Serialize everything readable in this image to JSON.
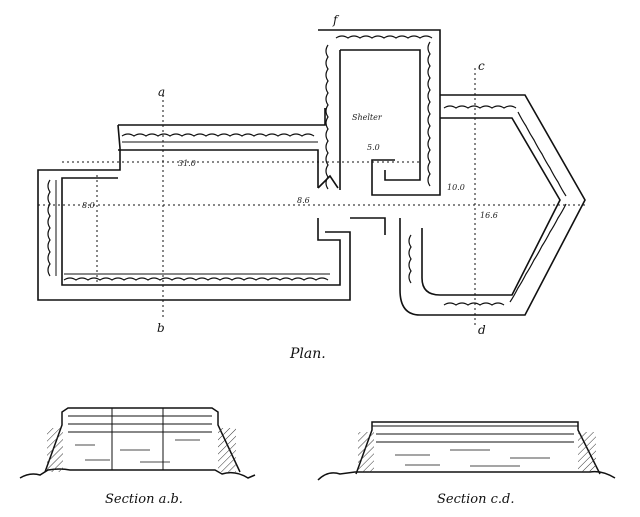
{
  "plan_caption": "Plan.",
  "section_ab_caption": "Section a.b.",
  "section_cd_caption": "Section c.d.",
  "shelter_label": "Shelter",
  "dim_length": "31.0",
  "dim_width_left": "8.0",
  "dim_passage": "8.6",
  "dim_right_length": "16.6",
  "dim_right_width": "10.0",
  "dim_shelter_width": "5.0",
  "marker_a": "a",
  "marker_b": "b",
  "marker_c": "c",
  "marker_d": "d",
  "marker_top": "f",
  "ink_color": "#111111"
}
